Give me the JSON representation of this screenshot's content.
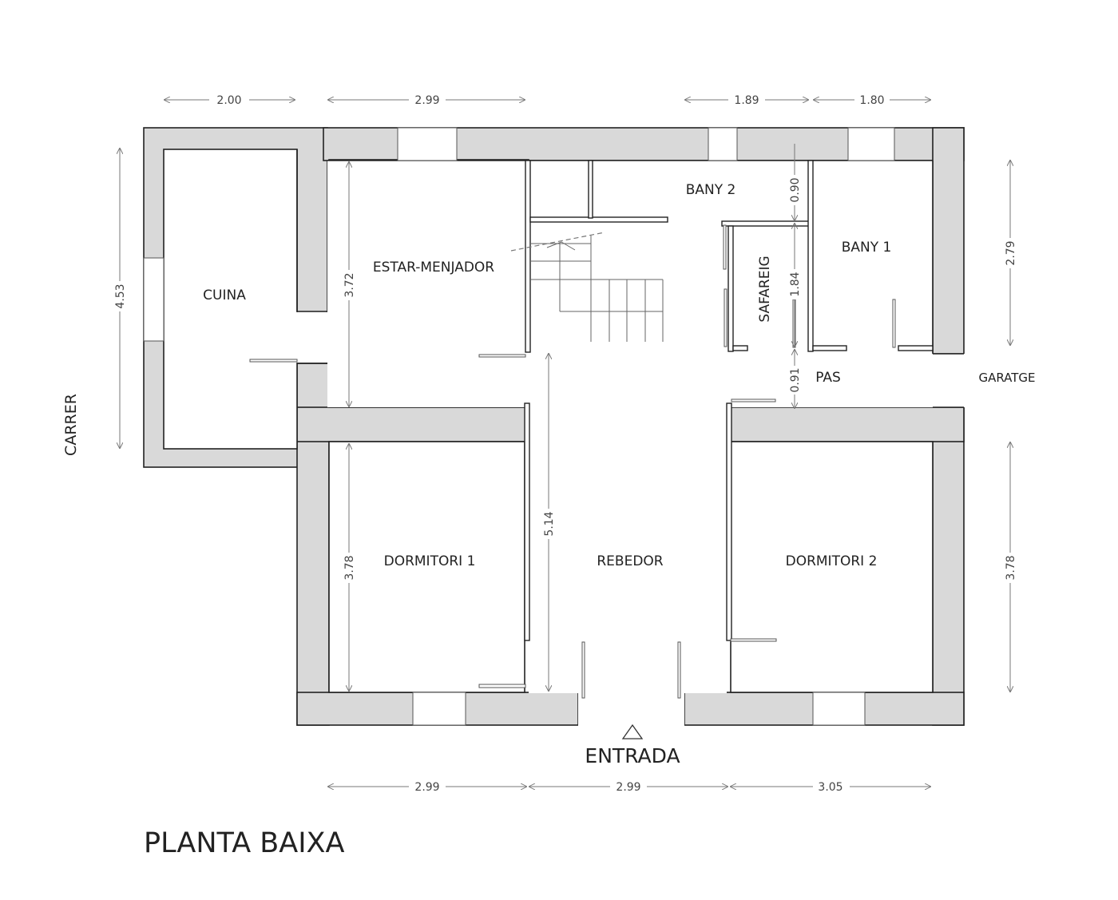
{
  "title": "PLANTA BAIXA",
  "street_label": "CARRER",
  "entrance_label": "ENTRADA",
  "rooms": {
    "cuina": "CUINA",
    "estar": "ESTAR-MENJADOR",
    "bany2": "BANY 2",
    "bany1": "BANY 1",
    "safareig": "SAFAREIG",
    "pas": "PAS",
    "garatge": "GARATGE",
    "dormitori1": "DORMITORI 1",
    "rebedor": "REBEDOR",
    "dormitori2": "DORMITORI 2"
  },
  "dimensions": {
    "top": [
      "2.00",
      "2.99",
      "1.89",
      "1.80"
    ],
    "bottom": [
      "2.99",
      "2.99",
      "3.05"
    ],
    "vertical": {
      "cuina": "4.53",
      "estar": "3.72",
      "dormitori1": "3.78",
      "rebedor": "5.14",
      "bany2": "0.90",
      "safareig": "1.84",
      "pas": "0.91",
      "bany1": "2.79",
      "dormitori2": "3.78"
    }
  },
  "colors": {
    "wall": "#d9d9d9",
    "line": "#222222"
  }
}
